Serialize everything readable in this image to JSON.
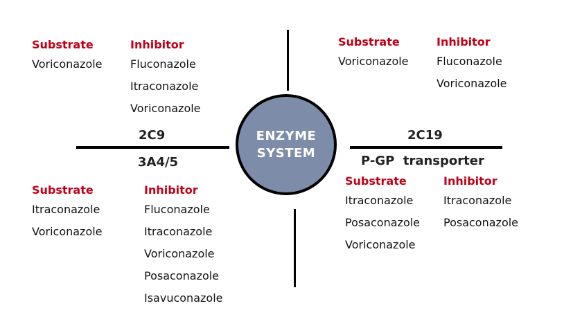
{
  "center": {
    "line1": "ENZYME",
    "line2": "SYSTEM",
    "fill_color": "#7d8ca8"
  },
  "colors": {
    "header": "#c00018",
    "text": "#111111"
  },
  "axis_labels": {
    "left_top": "2C9",
    "left_bottom": "3A4/5",
    "right_top": "2C19",
    "right_bottom": "P-GP  transporter"
  },
  "quadrants": {
    "top_left": {
      "enzyme": "2C9",
      "substrate_header": "Substrate",
      "inhibitor_header": "Inhibitor",
      "substrates": [
        "Voriconazole"
      ],
      "inhibitors": [
        "Fluconazole",
        "Itraconazole",
        "Voriconazole"
      ]
    },
    "top_right": {
      "enzyme": "2C19",
      "substrate_header": "Substrate",
      "inhibitor_header": "Inhibitor",
      "substrates": [
        "Voriconazole"
      ],
      "inhibitors": [
        "Fluconazole",
        "Voriconazole"
      ]
    },
    "bottom_left": {
      "enzyme": "3A4/5",
      "substrate_header": "Substrate",
      "inhibitor_header": "Inhibitor",
      "substrates": [
        "Itraconazole",
        "Voriconazole"
      ],
      "inhibitors": [
        "Fluconazole",
        "Itraconazole",
        "Voriconazole",
        "Posaconazole",
        "Isavuconazole"
      ]
    },
    "bottom_right": {
      "enzyme": "P-GP transporter",
      "substrate_header": "Substrate",
      "inhibitor_header": "Inhibitor",
      "substrates": [
        "Itraconazole",
        "Posaconazole",
        "Voriconazole"
      ],
      "inhibitors": [
        "Itraconazole",
        "Posaconazole"
      ]
    }
  }
}
